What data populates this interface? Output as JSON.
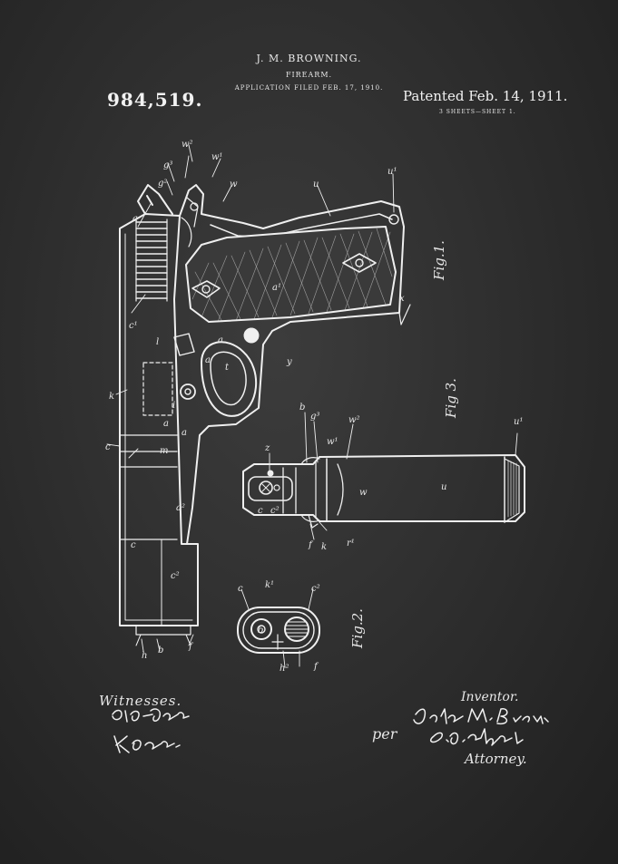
{
  "header": {
    "inventor_name": "J. M. BROWNING.",
    "title": "FIREARM.",
    "application_filed": "APPLICATION FILED FEB. 17, 1910.",
    "patent_number": "984,519.",
    "patent_date": "Patented Feb. 14, 1911.",
    "sheets": "3 SHEETS—SHEET 1."
  },
  "figures": {
    "fig1": "Fig.1.",
    "fig2": "Fig.2.",
    "fig3": "Fig 3."
  },
  "signatures": {
    "witnesses_label": "Witnesses.",
    "witness_names": [
      "C.L.F. Robinson",
      "K. Powers"
    ],
    "inventor_label": "Inventor.",
    "inventor_signature": "John M. Browning.",
    "per_label": "per",
    "attorney_signature": "C. J. Ebbets.",
    "attorney_label": "Attorney."
  },
  "colors": {
    "background": "#2f2f2f",
    "line": "#f0f0f0"
  }
}
